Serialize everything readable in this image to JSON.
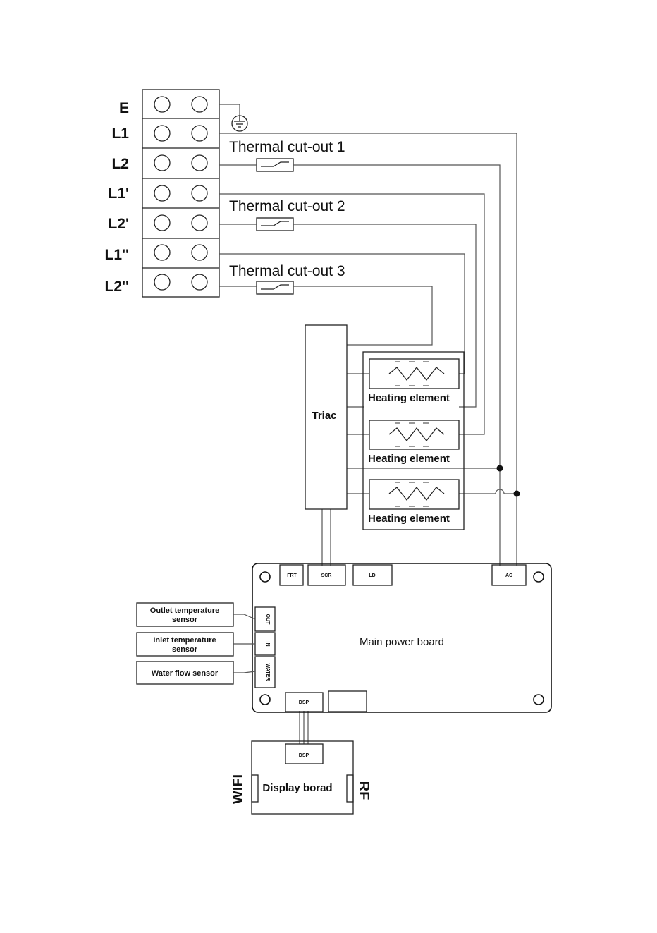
{
  "terminals": [
    "E",
    "L1",
    "L2",
    "L1'",
    "L2'",
    "L1''",
    "L2''"
  ],
  "thermal_cutouts": [
    "Thermal  cut-out 1",
    "Thermal  cut-out 2",
    "Thermal  cut-out 3"
  ],
  "triac": "Triac",
  "heating_elements": [
    "Heating  element",
    "Heating  element",
    "Heating  element"
  ],
  "main_board": {
    "label": "Main power board",
    "connectors": {
      "frt": "FRT",
      "scr": "SCR",
      "ld": "LD",
      "ac": "AC",
      "out": "OUT",
      "in": "IN",
      "water": "WATER",
      "dsp": "DSP"
    }
  },
  "sensors": {
    "outlet": [
      "Outlet temperature",
      "sensor"
    ],
    "inlet": [
      "Inlet temperature",
      "sensor"
    ],
    "water_flow": "Water flow sensor"
  },
  "display_board": {
    "label": "Display borad",
    "dsp": "DSP",
    "wifi": "WIFI",
    "rf": "RF"
  }
}
